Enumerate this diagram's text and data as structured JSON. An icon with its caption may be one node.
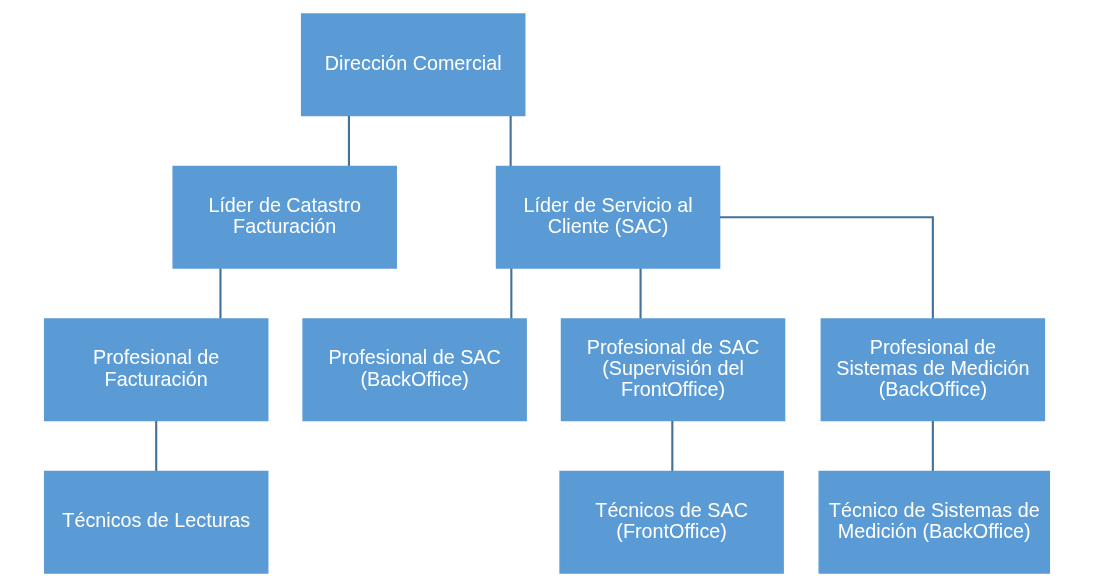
{
  "diagram": {
    "nodes": [
      {
        "text": [
          "Dirección Comercial"
        ]
      },
      {
        "text": [
          "Líder de Catastro Facturación"
        ]
      },
      {
        "text": [
          "Líder de Servicio al Cliente (SAC)"
        ]
      },
      {
        "text": [
          "Profesional de Facturación"
        ]
      },
      {
        "text": [
          "Profesional de SAC (BackOffice)"
        ]
      },
      {
        "text": [
          "Profesional de SAC (Supervisión del FrontOffice)"
        ]
      },
      {
        "text": [
          "Profesional de Sistemas de Medición (BackOffice)"
        ]
      },
      {
        "text": [
          "Técnicos de Lecturas"
        ]
      },
      {
        "text": [
          "Técnicos de SAC (FrontOffice)"
        ]
      },
      {
        "text": [
          "Técnico de Sistemas de Medición (BackOffice)"
        ]
      }
    ],
    "edges": [
      {
        "from": 0,
        "to": 1,
        "arrow": "none"
      },
      {
        "from": 0,
        "to": 2,
        "arrow": "none"
      },
      {
        "from": 1,
        "to": 3,
        "arrow": "none"
      },
      {
        "from": 2,
        "to": 4,
        "arrow": "none"
      },
      {
        "from": 2,
        "to": 5,
        "arrow": "none"
      },
      {
        "from": 2,
        "to": 6,
        "arrow": "none"
      },
      {
        "from": 3,
        "to": 7,
        "arrow": "none"
      },
      {
        "from": 5,
        "to": 8,
        "arrow": "none"
      },
      {
        "from": 6,
        "to": 9,
        "arrow": "none"
      }
    ]
  }
}
